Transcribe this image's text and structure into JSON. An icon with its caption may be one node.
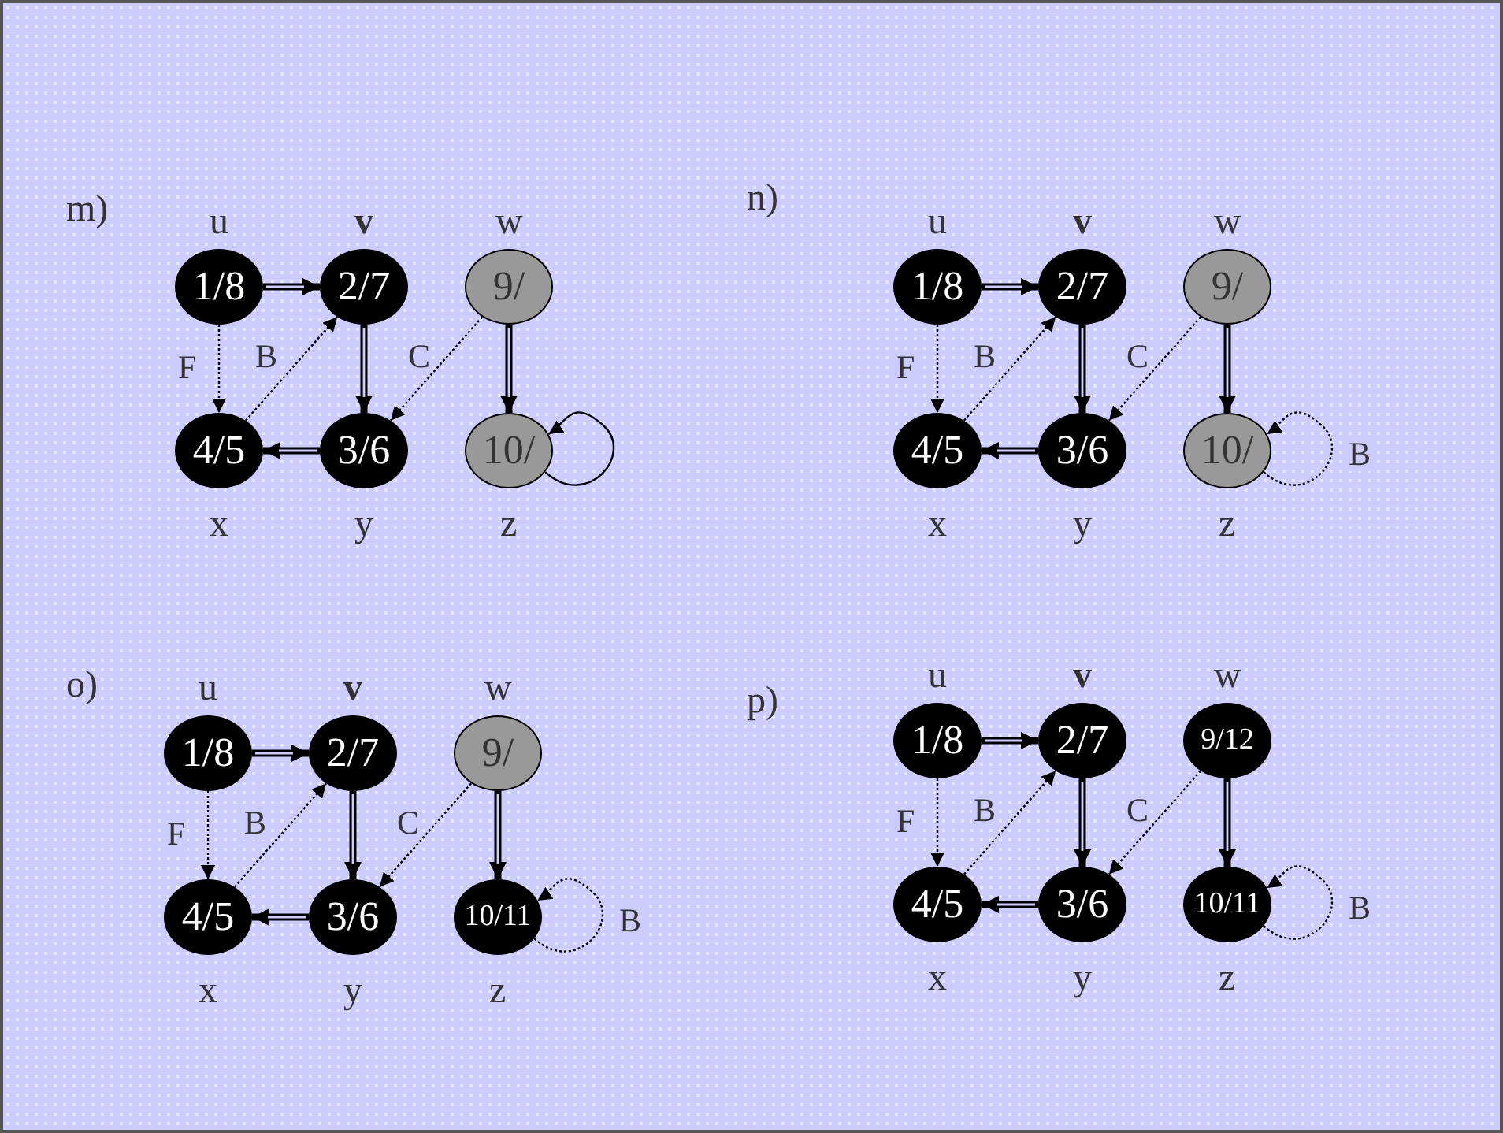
{
  "diagram": {
    "nodes": [
      {
        "text": [
          "1/8"
        ],
        "beside": [
          "u"
        ]
      },
      {
        "text": [
          "2/7"
        ],
        "beside": [
          "v"
        ]
      },
      {
        "text": [
          "9/"
        ],
        "beside": [
          "w"
        ]
      },
      {
        "text": [
          "4/5"
        ],
        "beside": [
          "x"
        ]
      },
      {
        "text": [
          "3/6"
        ],
        "beside": [
          "y"
        ]
      },
      {
        "text": [
          "10/"
        ],
        "beside": [
          "z"
        ]
      },
      {
        "text": [
          "1/8"
        ],
        "beside": [
          "u"
        ]
      },
      {
        "text": [
          "2/7"
        ],
        "beside": [
          "v"
        ]
      },
      {
        "text": [
          "9/"
        ],
        "beside": [
          "w"
        ]
      },
      {
        "text": [
          "4/5"
        ],
        "beside": [
          "x"
        ]
      },
      {
        "text": [
          "3/6"
        ],
        "beside": [
          "y"
        ]
      },
      {
        "text": [
          "10/"
        ],
        "beside": [
          "z"
        ]
      },
      {
        "text": [
          "1/8"
        ],
        "beside": [
          "u"
        ]
      },
      {
        "text": [
          "2/7"
        ],
        "beside": [
          "v"
        ]
      },
      {
        "text": [
          "9/"
        ],
        "beside": [
          "w"
        ]
      },
      {
        "text": [
          "4/5"
        ],
        "beside": [
          "x"
        ]
      },
      {
        "text": [
          "3/6"
        ],
        "beside": [
          "y"
        ]
      },
      {
        "text": [
          "10/11"
        ],
        "beside": [
          "z"
        ]
      },
      {
        "text": [
          "1/8"
        ],
        "beside": [
          "u"
        ]
      },
      {
        "text": [
          "2/7"
        ],
        "beside": [
          "v"
        ]
      },
      {
        "text": [
          "9/12"
        ],
        "beside": [
          "w"
        ]
      },
      {
        "text": [
          "4/5"
        ],
        "beside": [
          "x"
        ]
      },
      {
        "text": [
          "3/6"
        ],
        "beside": [
          "y"
        ]
      },
      {
        "text": [
          "10/11"
        ],
        "beside": [
          "z"
        ]
      }
    ],
    "edges": [
      {
        "from": 0,
        "to": 1,
        "arrow": "to",
        "style": "thick"
      },
      {
        "from": 1,
        "to": 4,
        "arrow": "to",
        "style": "thick"
      },
      {
        "from": 4,
        "to": 3,
        "arrow": "to",
        "style": "thick"
      },
      {
        "from": 0,
        "to": 3,
        "arrow": "to",
        "label": "F",
        "style": "dashed"
      },
      {
        "from": 3,
        "to": 1,
        "arrow": "to",
        "label": "B",
        "style": "dashed"
      },
      {
        "from": 2,
        "to": 4,
        "arrow": "to",
        "label": "C",
        "style": "dashed"
      },
      {
        "from": 2,
        "to": 5,
        "arrow": "to",
        "style": "thick"
      },
      {
        "from": 5,
        "to": 5,
        "arrow": "to"
      },
      {
        "from": 6,
        "to": 7,
        "arrow": "to",
        "style": "thick"
      },
      {
        "from": 7,
        "to": 10,
        "arrow": "to",
        "style": "thick"
      },
      {
        "from": 10,
        "to": 9,
        "arrow": "to",
        "style": "thick"
      },
      {
        "from": 6,
        "to": 9,
        "arrow": "to",
        "label": "F",
        "style": "dashed"
      },
      {
        "from": 9,
        "to": 7,
        "arrow": "to",
        "label": "B",
        "style": "dashed"
      },
      {
        "from": 8,
        "to": 10,
        "arrow": "to",
        "label": "C",
        "style": "dashed"
      },
      {
        "from": 8,
        "to": 11,
        "arrow": "to",
        "style": "thick"
      },
      {
        "from": 11,
        "to": 11,
        "arrow": "to",
        "label": "B",
        "style": "dashed"
      },
      {
        "from": 12,
        "to": 13,
        "arrow": "to",
        "style": "thick"
      },
      {
        "from": 13,
        "to": 16,
        "arrow": "to",
        "style": "thick"
      },
      {
        "from": 16,
        "to": 15,
        "arrow": "to",
        "style": "thick"
      },
      {
        "from": 12,
        "to": 15,
        "arrow": "to",
        "label": "F",
        "style": "dashed"
      },
      {
        "from": 15,
        "to": 13,
        "arrow": "to",
        "label": "B",
        "style": "dashed"
      },
      {
        "from": 14,
        "to": 16,
        "arrow": "to",
        "label": "C",
        "style": "dashed"
      },
      {
        "from": 14,
        "to": 17,
        "arrow": "to",
        "style": "thick"
      },
      {
        "from": 17,
        "to": 17,
        "arrow": "to",
        "label": "B",
        "style": "dashed"
      },
      {
        "from": 18,
        "to": 19,
        "arrow": "to",
        "style": "thick"
      },
      {
        "from": 19,
        "to": 22,
        "arrow": "to",
        "style": "thick"
      },
      {
        "from": 22,
        "to": 21,
        "arrow": "to",
        "style": "thick"
      },
      {
        "from": 18,
        "to": 21,
        "arrow": "to",
        "label": "F",
        "style": "dashed"
      },
      {
        "from": 21,
        "to": 19,
        "arrow": "to",
        "label": "B",
        "style": "dashed"
      },
      {
        "from": 20,
        "to": 22,
        "arrow": "to",
        "label": "C",
        "style": "dashed"
      },
      {
        "from": 20,
        "to": 23,
        "arrow": "to",
        "style": "thick"
      },
      {
        "from": 23,
        "to": 23,
        "arrow": "to",
        "label": "B",
        "style": "dashed"
      }
    ],
    "labels": [
      "m)",
      "n)",
      "o)",
      "p)"
    ]
  }
}
